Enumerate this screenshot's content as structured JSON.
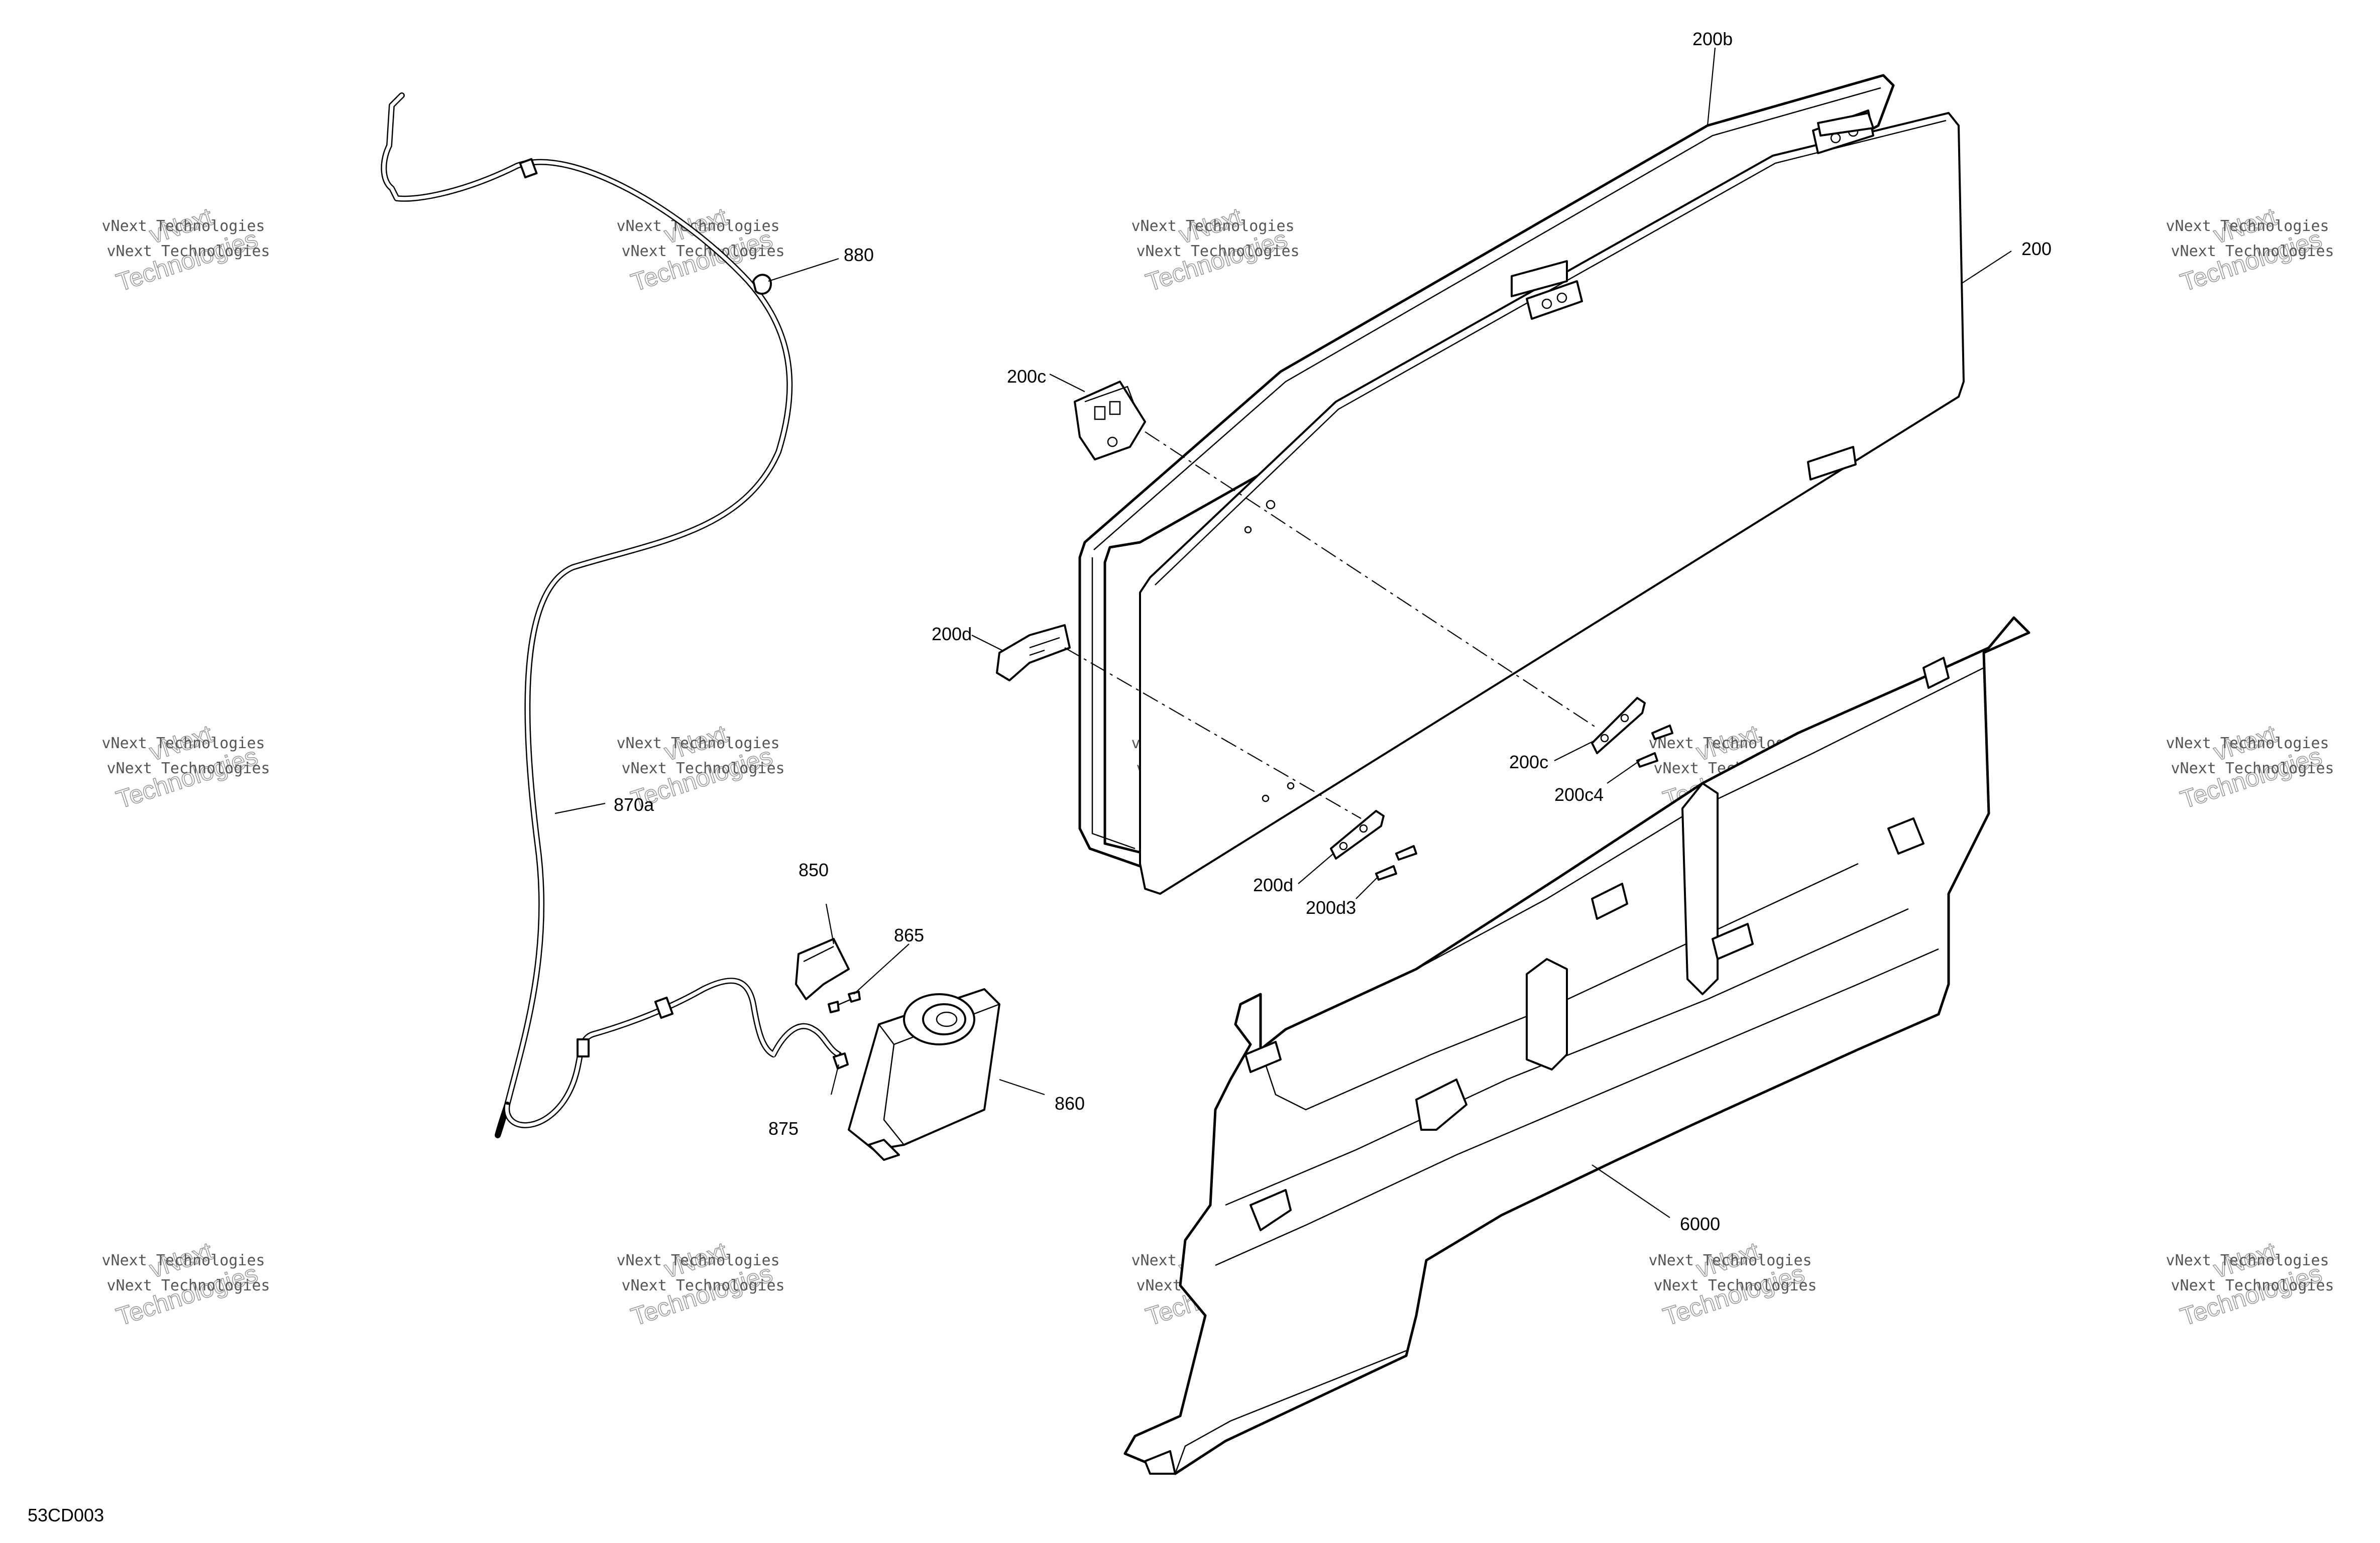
{
  "diagram_id": "53CD003",
  "watermark": {
    "line1": "vNext Technologies",
    "line2": "vNext",
    "line3": "Technologies"
  },
  "callouts": {
    "c880": "880",
    "c870a": "870a",
    "c850": "850",
    "c865": "865",
    "c860": "860",
    "c875": "875",
    "c200b": "200b",
    "c200": "200",
    "c200c_top": "200c",
    "c200d_top": "200d",
    "c200c": "200c",
    "c200c4": "200c4",
    "c200d": "200d",
    "c200d3": "200d3",
    "c6000": "6000"
  }
}
